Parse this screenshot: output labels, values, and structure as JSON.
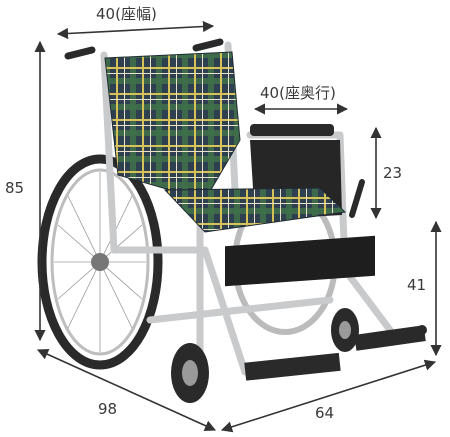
{
  "dimensions": {
    "seat_width": "40(座幅)",
    "seat_depth": "40(座奥行)",
    "seat_height": "23",
    "armrest_height": "41",
    "overall_height": "85",
    "overall_length": "98",
    "overall_width": "64"
  },
  "colors": {
    "frame": "#c8cacc",
    "plaid_base": "#2e3f4f",
    "plaid_green": "#3f6f4a",
    "plaid_yellow": "#d7c25a",
    "tire": "#2a2a2a",
    "arrow": "#333333"
  }
}
